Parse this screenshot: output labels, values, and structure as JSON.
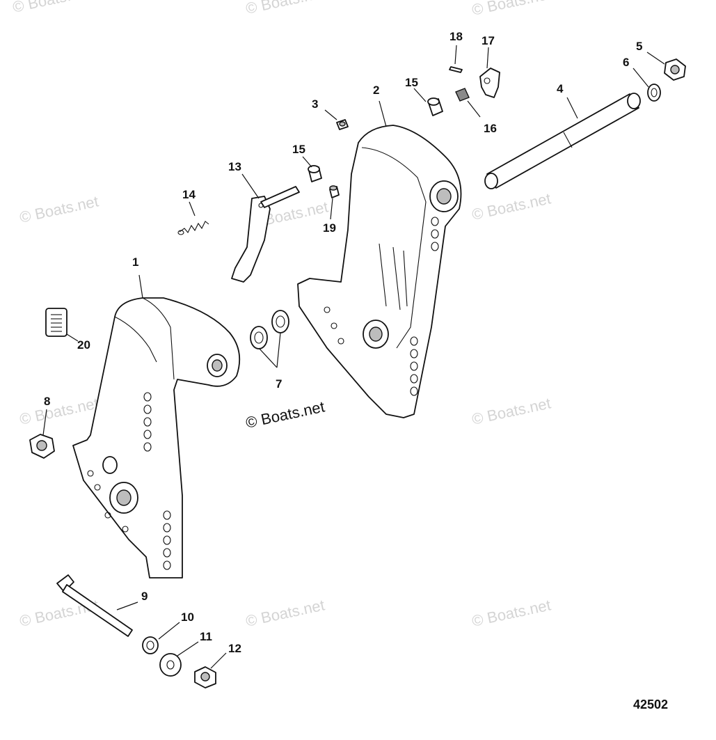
{
  "watermark": "© Boats.net",
  "center_watermark": "© Boats.net",
  "document_number": "42502",
  "callouts": {
    "c1": "1",
    "c2": "2",
    "c3": "3",
    "c4": "4",
    "c5": "5",
    "c6": "6",
    "c7": "7",
    "c8": "8",
    "c9": "9",
    "c10": "10",
    "c11": "11",
    "c12": "12",
    "c13": "13",
    "c14": "14",
    "c15a": "15",
    "c15b": "15",
    "c16": "16",
    "c17": "17",
    "c18": "18",
    "c19": "19",
    "c20": "20"
  }
}
